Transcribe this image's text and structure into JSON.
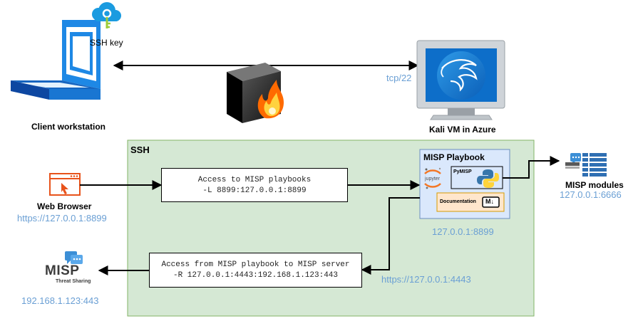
{
  "labels": {
    "ssh_key": "SSH key",
    "client_workstation": "Client workstation",
    "kali_vm": "Kali VM in Azure",
    "tcp22": "tcp/22",
    "ssh_region": "SSH",
    "web_browser": "Web Browser",
    "web_browser_url": "https://127.0.0.1:8899",
    "playbook_title": "MISP Playbook",
    "jupyter": "jupyter",
    "pymisp": "PyMISP",
    "documentation": "Documentation",
    "markdown": "M↓",
    "playbook_url": "127.0.0.1:8899",
    "misp_modules": "MISP modules",
    "misp_modules_url": "127.0.0.1:6666",
    "misp_logo_text": "MISP",
    "misp_logo_sub": "Threat Sharing",
    "misp_server_ip": "192.168.1.123:443",
    "return_url": "https://127.0.0.1:4443"
  },
  "tunnels": {
    "local": {
      "line1": "Access to MISP playbooks",
      "line2": "-L 8899:127.0.0.1:8899"
    },
    "remote": {
      "line1": "Access from MISP playbook to MISP server",
      "line2": "-R 127.0.0.1:4443:192.168.1.123:443"
    }
  },
  "colors": {
    "ssh_fill": "#d5e8d4",
    "ssh_border": "#82b366",
    "playbook_fill": "#dae8fc",
    "playbook_border": "#6c8ebf",
    "pymisp_fill": "#dae8fc",
    "doc_fill": "#ffe6cc",
    "doc_border": "#d79b00",
    "label_blue": "#6a9fd4",
    "arrow": "#000000"
  },
  "icons": [
    "laptop-icon",
    "key-cloud-icon",
    "firewall-icon",
    "kali-monitor-icon",
    "browser-icon",
    "jupyter-icon",
    "python-icon",
    "markdown-icon",
    "misp-modules-icon",
    "misp-logo-icon"
  ]
}
